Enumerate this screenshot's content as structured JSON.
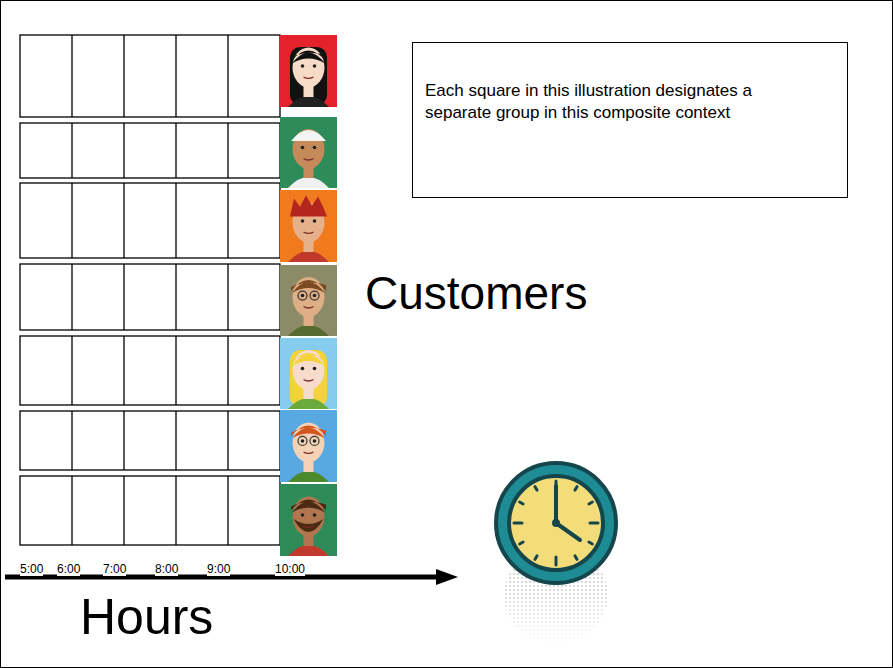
{
  "diagram": {
    "nodes": [
      {
        "text": [
          "Each square in this illustration designates a separate group in this composite context"
        ]
      }
    ],
    "labels": [
      "Customers",
      "5:00",
      "6:00",
      "7:00",
      "8:00",
      "9:00",
      "10:00",
      "Hours"
    ]
  }
}
